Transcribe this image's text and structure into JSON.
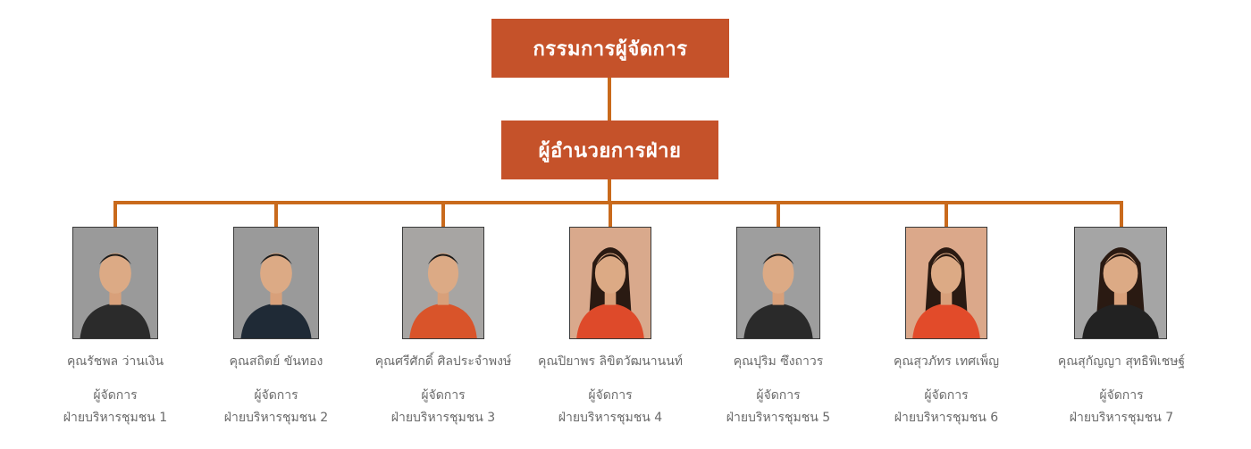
{
  "top_box": {
    "label": "กรรมการผู้จัดการ"
  },
  "mid_box": {
    "label": "ผู้อำนวยการฝ่าย"
  },
  "members": [
    {
      "name": "คุณรัชพล ว่านเงิน",
      "title": "ผู้จัดการ",
      "dept": "ฝ่ายบริหารชุมชน 1",
      "bg": "#9a9a9a",
      "shirt": "#2b2b2b",
      "hair": "short"
    },
    {
      "name": "คุณสถิตย์ ขันทอง",
      "title": "ผู้จัดการ",
      "dept": "ฝ่ายบริหารชุมชน 2",
      "bg": "#9a9a9a",
      "shirt": "#1f2a36",
      "hair": "short"
    },
    {
      "name": "คุณศรีศักดิ์ ศิลประจำพงษ์",
      "title": "ผู้จัดการ",
      "dept": "ฝ่ายบริหารชุมชน 3",
      "bg": "#a7a5a3",
      "shirt": "#d9542a",
      "hair": "short"
    },
    {
      "name": "คุณปิยาพร ลิขิตวัฒนานนท์",
      "title": "ผู้จัดการ",
      "dept": "ฝ่ายบริหารชุมชน 4",
      "bg": "#d9a98c",
      "shirt": "#de4a2a",
      "hair": "long"
    },
    {
      "name": "คุณปุริม ซึงถาวร",
      "title": "ผู้จัดการ",
      "dept": "ฝ่ายบริหารชุมชน 5",
      "bg": "#9e9e9e",
      "shirt": "#2a2a2a",
      "hair": "short"
    },
    {
      "name": "คุณสุวภัทร เทศเพ็ญ",
      "title": "ผู้จัดการ",
      "dept": "ฝ่ายบริหารชุมชน 6",
      "bg": "#dba88a",
      "shirt": "#e24b2a",
      "hair": "long"
    },
    {
      "name": "คุณสุกัญญา สุทธิพิเชษฐ์",
      "title": "ผู้จัดการ",
      "dept": "ฝ่ายบริหารชุมชน 7",
      "bg": "#a5a5a5",
      "shirt": "#222222",
      "hair": "long"
    }
  ]
}
